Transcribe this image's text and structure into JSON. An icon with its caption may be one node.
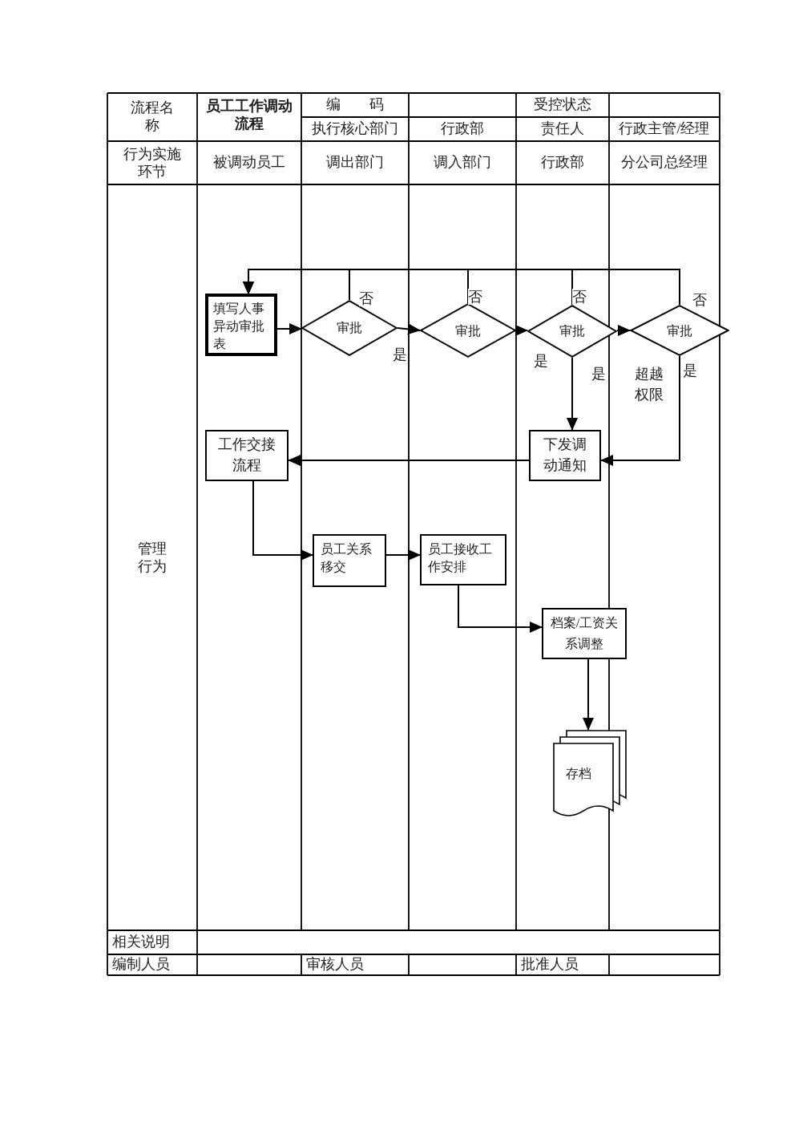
{
  "diagram": {
    "nodes": [
      {
        "text": [
          "填写人事异动审批表"
        ]
      },
      {
        "text": [
          "审批"
        ]
      },
      {
        "text": [
          "审批"
        ]
      },
      {
        "text": [
          "审批"
        ]
      },
      {
        "text": [
          "审批"
        ]
      },
      {
        "text": [
          "工作交接流程"
        ]
      },
      {
        "text": [
          "下发调动通知"
        ]
      },
      {
        "text": [
          "员工关系移交"
        ]
      },
      {
        "text": [
          "员工接收工作安排"
        ]
      },
      {
        "text": [
          "档案/工资关系调整"
        ]
      },
      {
        "text": [
          "存档"
        ]
      }
    ],
    "edges": [
      {
        "from": 0,
        "to": 1,
        "arrow": "to"
      },
      {
        "from": 1,
        "to": 2,
        "arrow": "to",
        "label": "是"
      },
      {
        "from": 2,
        "to": 3,
        "arrow": "to",
        "label": "是"
      },
      {
        "from": 3,
        "to": 4,
        "arrow": "to",
        "label": "超越权限"
      },
      {
        "from": 3,
        "to": 6,
        "arrow": "to",
        "label": "是"
      },
      {
        "from": 4,
        "to": 6,
        "arrow": "to",
        "label": "是"
      },
      {
        "from": 1,
        "to": 0,
        "arrow": "to",
        "label": "否"
      },
      {
        "from": 2,
        "to": 0,
        "arrow": "to",
        "label": "否"
      },
      {
        "from": 3,
        "to": 0,
        "arrow": "to",
        "label": "否"
      },
      {
        "from": 4,
        "to": 0,
        "arrow": "to",
        "label": "否"
      },
      {
        "from": 6,
        "to": 5,
        "arrow": "to"
      },
      {
        "from": 5,
        "to": 7,
        "arrow": "to"
      },
      {
        "from": 7,
        "to": 8,
        "arrow": "to"
      },
      {
        "from": 8,
        "to": 9,
        "arrow": "to"
      },
      {
        "from": 9,
        "to": 10,
        "arrow": "to"
      }
    ],
    "labels": [
      "流程名称",
      "**员工工作调动流程**",
      "编　　码",
      "受控状态",
      "执行核心部门",
      "行政部",
      "责任人",
      "行政主管/经理",
      "行为实施环节",
      "被调动员工",
      "调出部门",
      "调入部门",
      "行政部",
      "分公司总经理",
      "管理行为",
      "相关说明",
      "编制人员",
      "审核人员",
      "批准人员"
    ]
  }
}
